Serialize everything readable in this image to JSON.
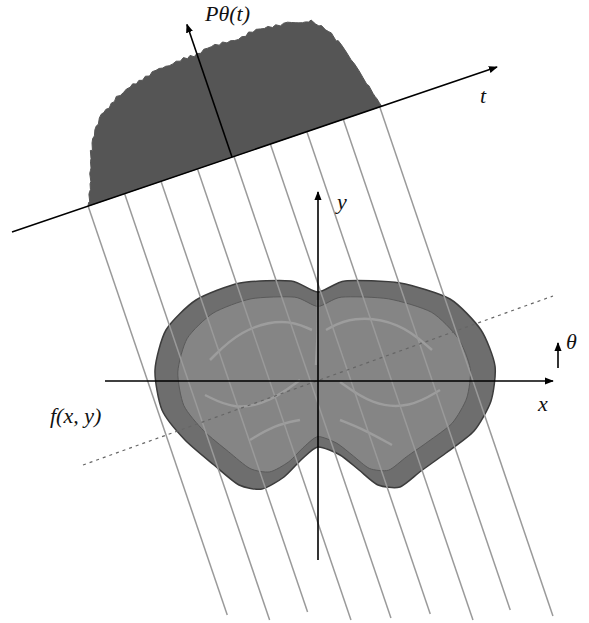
{
  "diagram": {
    "labels": [
      "Pθ(t)",
      "t",
      "y",
      "θ",
      "x",
      "f(x, y)"
    ]
  }
}
